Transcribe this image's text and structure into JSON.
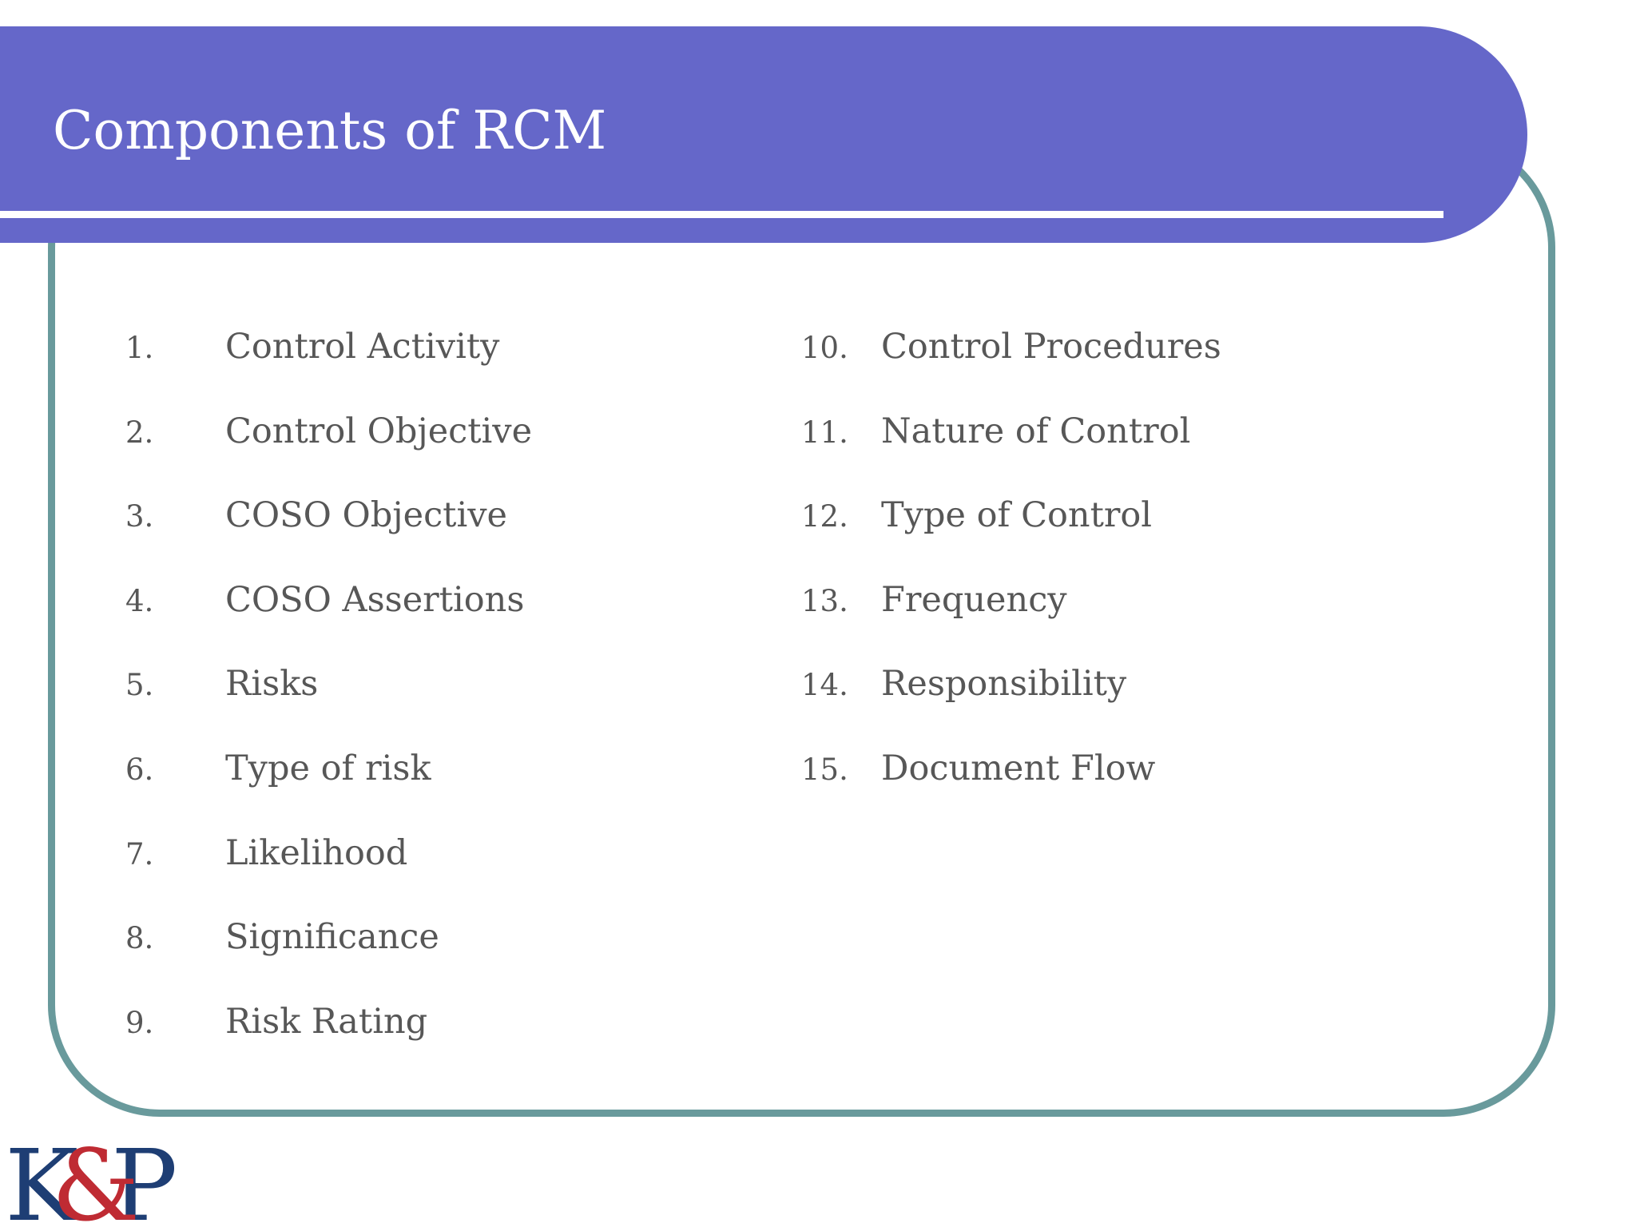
{
  "title": "Components of RCM",
  "list_left": [
    {
      "num": "1.",
      "label": "Control Activity"
    },
    {
      "num": "2.",
      "label": "Control Objective"
    },
    {
      "num": "3.",
      "label": "COSO Objective"
    },
    {
      "num": "4.",
      "label": "COSO Assertions"
    },
    {
      "num": "5.",
      "label": "Risks"
    },
    {
      "num": "6.",
      "label": "Type of risk"
    },
    {
      "num": "7.",
      "label": "Likelihood"
    },
    {
      "num": "8.",
      "label": "Significance"
    },
    {
      "num": "9.",
      "label": "Risk Rating"
    }
  ],
  "list_right": [
    {
      "num": "10.",
      "label": "Control Procedures"
    },
    {
      "num": "11.",
      "label": "Nature of Control"
    },
    {
      "num": "12.",
      "label": "Type of Control"
    },
    {
      "num": "13.",
      "label": "Frequency"
    },
    {
      "num": "14.",
      "label": "Responsibility"
    },
    {
      "num": "15.",
      "label": "Document Flow"
    }
  ],
  "logo": {
    "k": "K",
    "amp": "&",
    "p": "P"
  },
  "colors": {
    "banner_purple": "#6567c9",
    "underline_white": "#ffffff",
    "frame_teal": "#699a9c",
    "text_gray": "#575757",
    "logo_navy": "#1e3e74",
    "logo_red": "#bf2b33",
    "background": "#ffffff"
  }
}
